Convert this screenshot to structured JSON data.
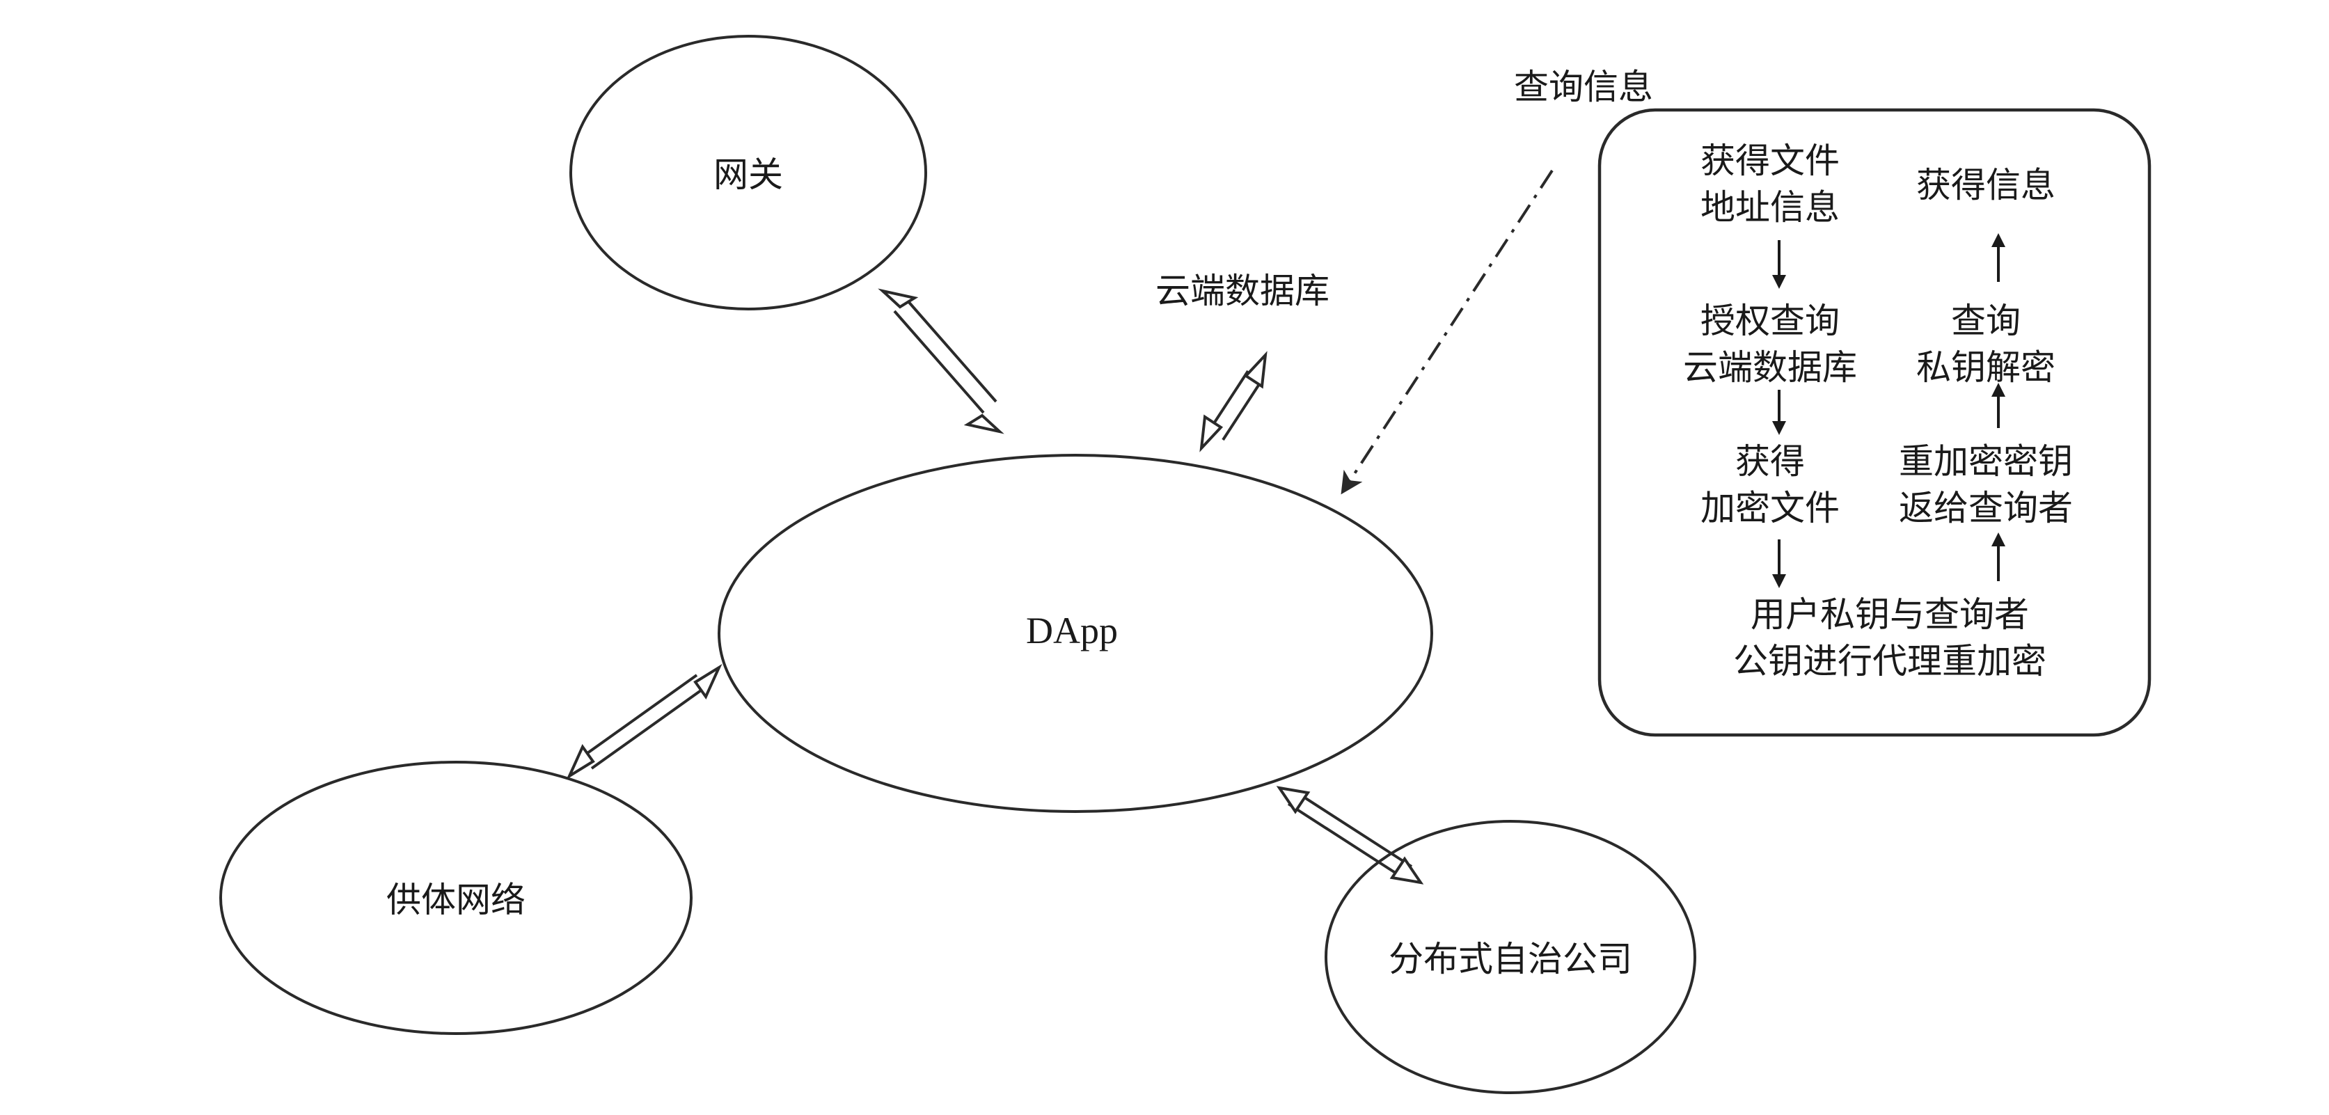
{
  "nodes": {
    "gateway": "网关",
    "dapp": "DApp",
    "supply_network": "供体网络",
    "dao": "分布式自治公司",
    "cloud_db": "云端数据库"
  },
  "query": {
    "label": "查询信息"
  },
  "flow": {
    "left": {
      "step1": [
        "获得文件",
        "地址信息"
      ],
      "step2": [
        "授权查询",
        "云端数据库"
      ],
      "step3": [
        "获得",
        "加密文件"
      ]
    },
    "bottom": [
      "用户私钥与查询者",
      "公钥进行代理重加密"
    ],
    "right": {
      "step1": [
        "重加密密钥",
        "返给查询者"
      ],
      "step2": [
        "查询",
        "私钥解密"
      ],
      "step3": [
        "获得信息"
      ]
    }
  }
}
